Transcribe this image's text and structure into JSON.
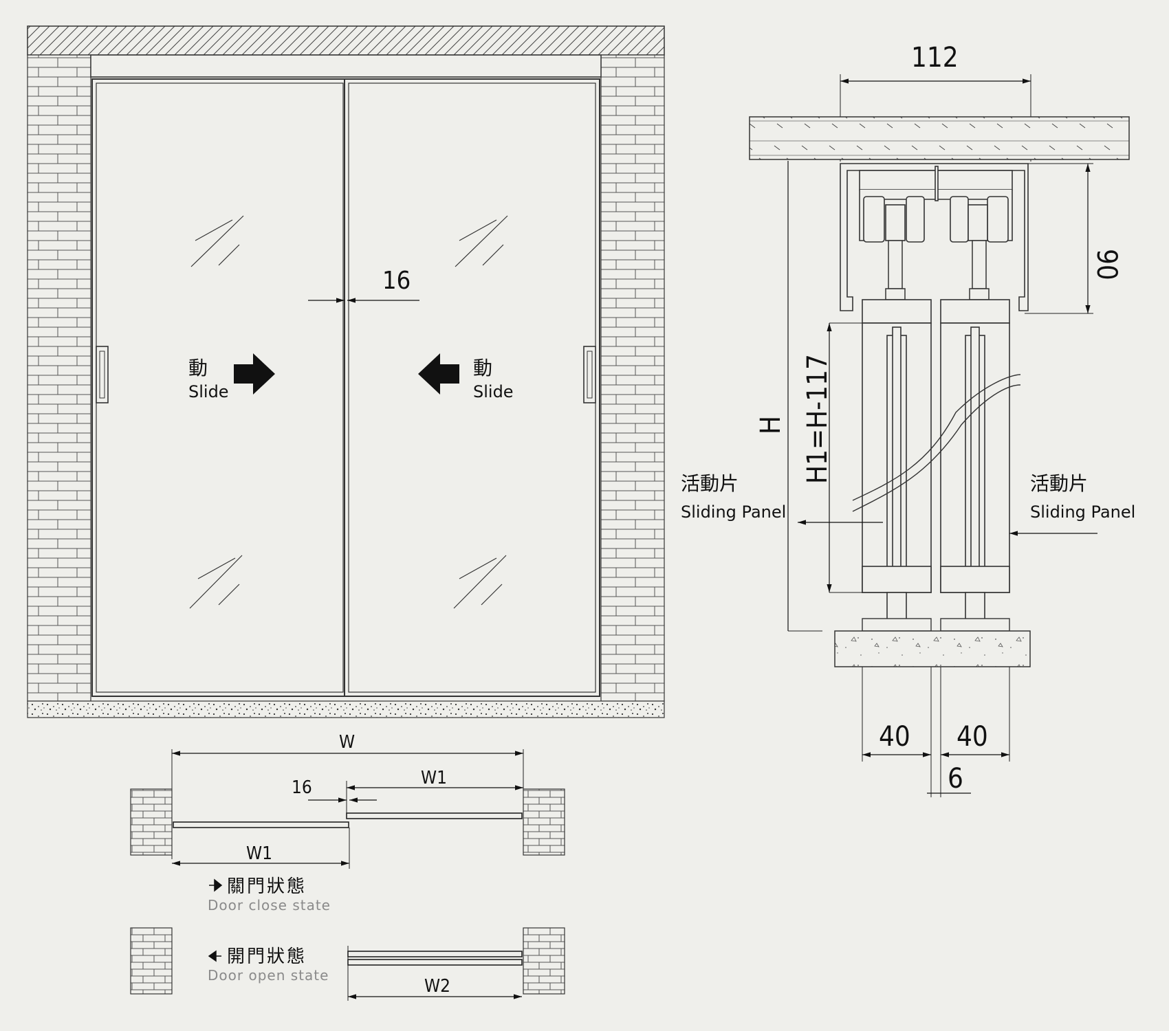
{
  "elevation": {
    "gap_dim": "16",
    "left_slide": {
      "zh": "動",
      "en": "Slide"
    },
    "right_slide": {
      "zh": "動",
      "en": "Slide"
    }
  },
  "section": {
    "top_dim": "112",
    "track_height_dim": "90",
    "total_height_dim": "H",
    "panel_height_dim": "H1=H-117",
    "panel_width_left": "40",
    "panel_width_right": "40",
    "panel_gap": "6",
    "left_panel_label": {
      "zh": "活動片",
      "en": "Sliding Panel"
    },
    "right_panel_label": {
      "zh": "活動片",
      "en": "Sliding Panel"
    }
  },
  "plan": {
    "overall_width": "W",
    "panel_width_top": "W1",
    "panel_width_bottom": "W1",
    "overlap_dim": "16",
    "close_state": {
      "zh": "關門狀態",
      "en": "Door close state"
    },
    "open_state": {
      "zh": "開門狀態",
      "en": "Door open state"
    },
    "open_width": "W2"
  },
  "colors": {
    "background": "#efefeb",
    "line": "#222222",
    "label_gray": "#8a8a8a"
  }
}
